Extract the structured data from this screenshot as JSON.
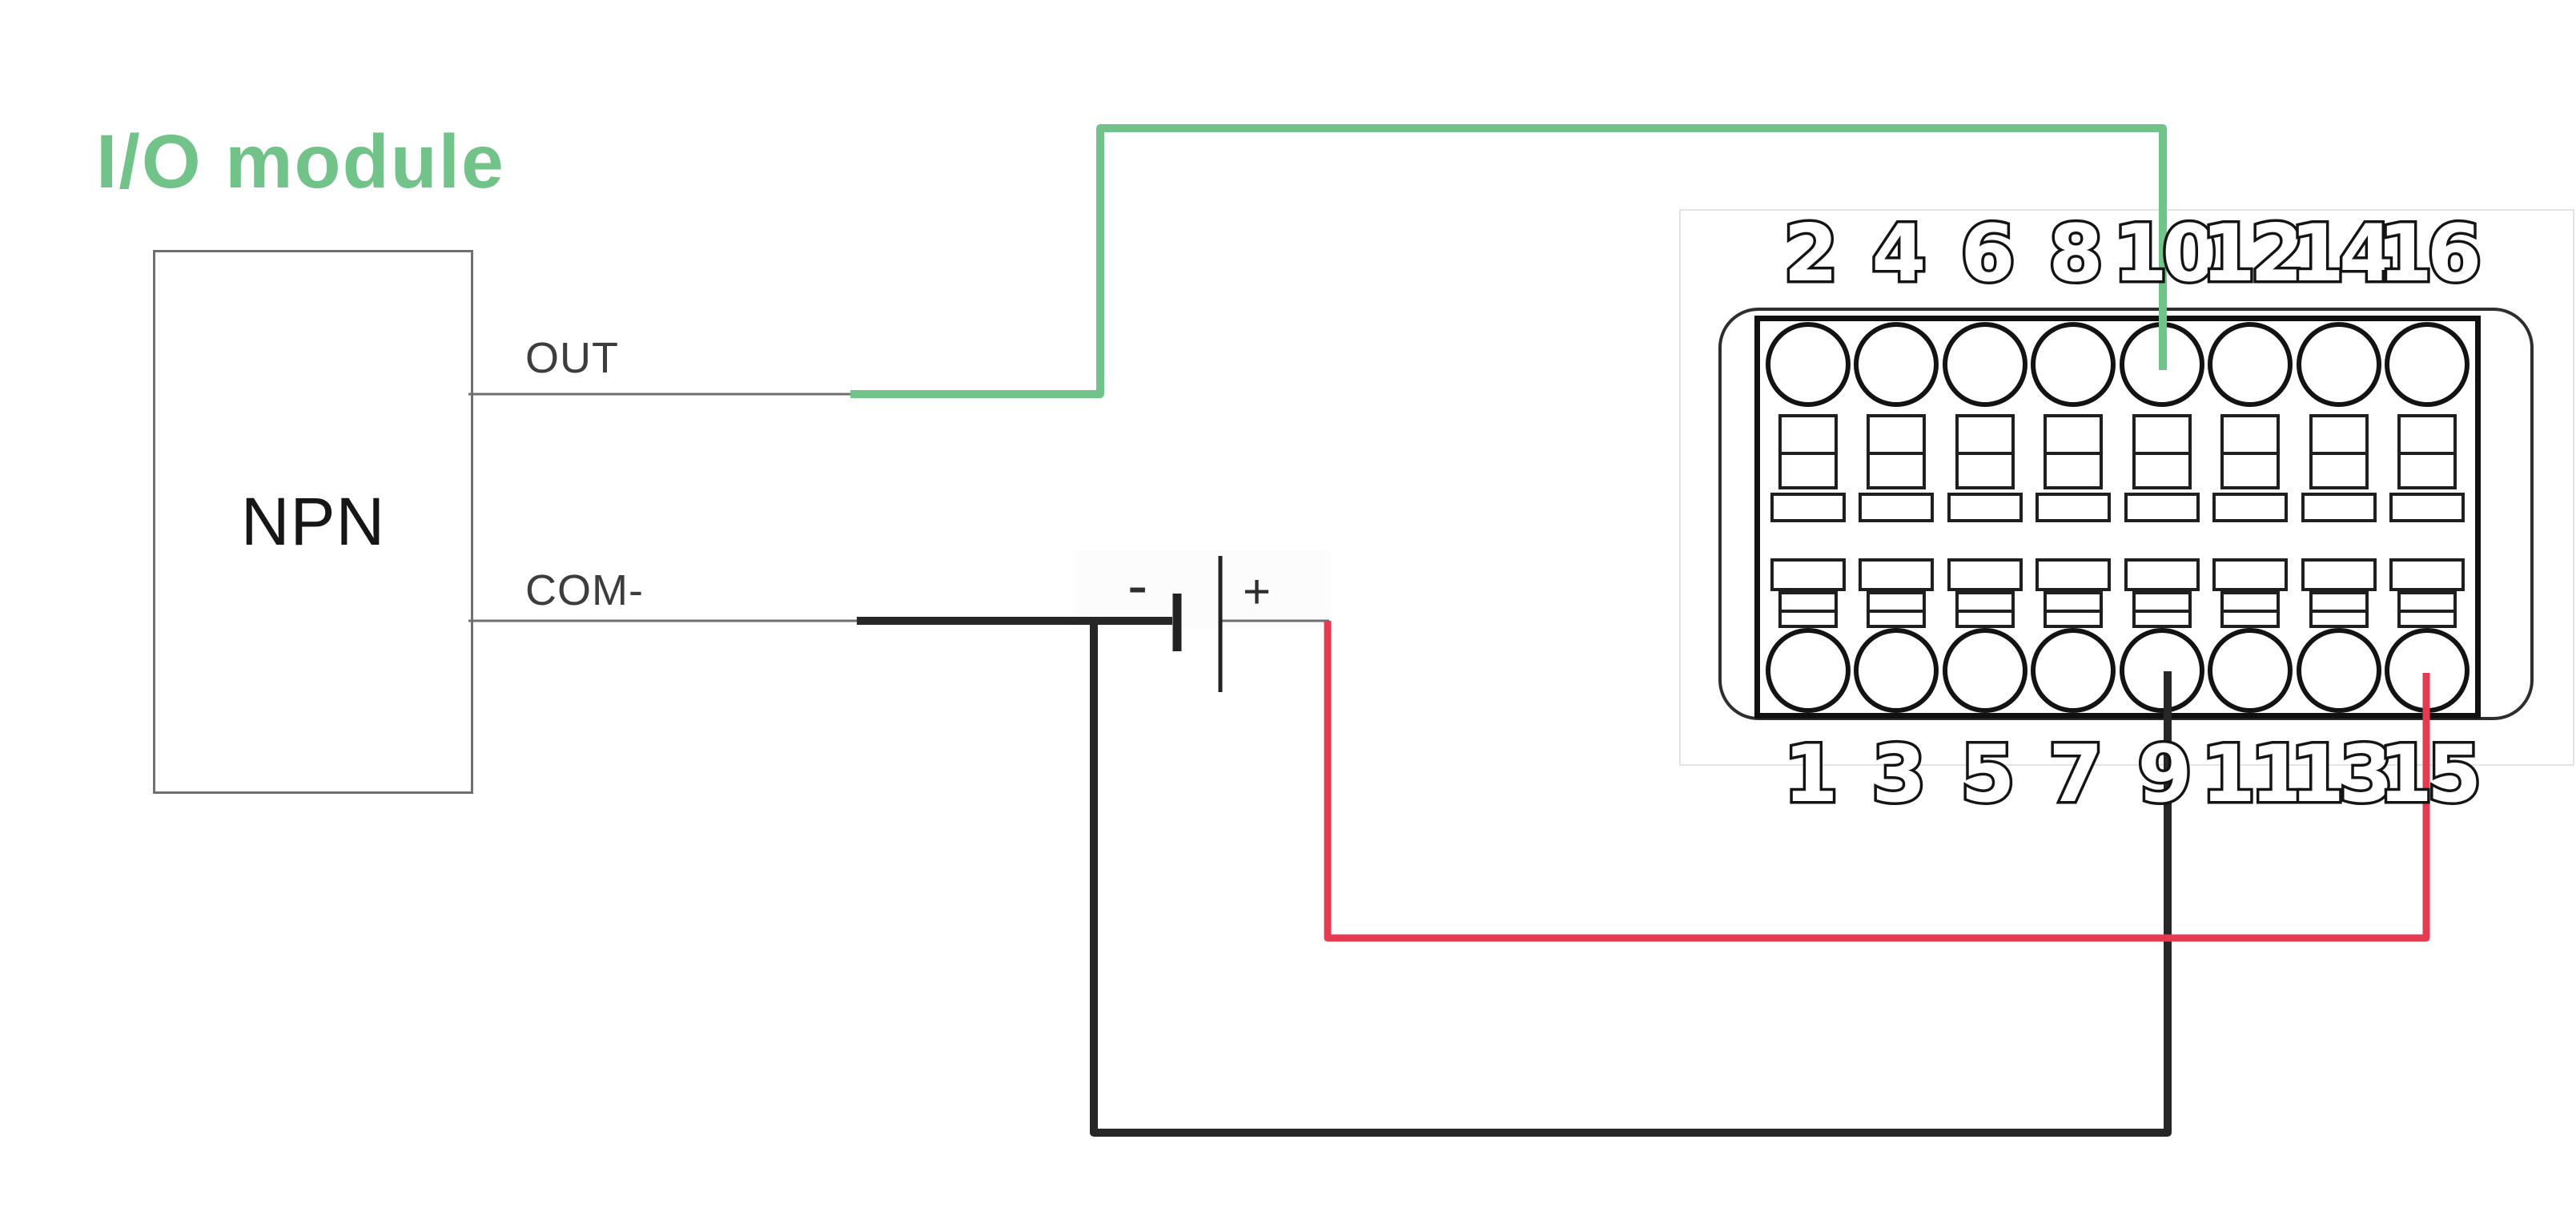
{
  "title": {
    "text": "I/O module",
    "color": "#72c389"
  },
  "io_module": {
    "label": "NPN",
    "out_port": "OUT",
    "com_port": "COM-"
  },
  "battery": {
    "minus": "-",
    "plus": "+"
  },
  "terminal_block": {
    "top_labels": [
      "2",
      "4",
      "6",
      "8",
      "10",
      "12",
      "14",
      "16"
    ],
    "bottom_labels": [
      "1",
      "3",
      "5",
      "7",
      "9",
      "11",
      "13",
      "15"
    ]
  },
  "connections": [
    {
      "wire": "green",
      "from": "OUT",
      "to": "terminal 10"
    },
    {
      "wire": "black",
      "from": "COM-",
      "to": "terminal 9"
    },
    {
      "wire": "red",
      "from": "battery +",
      "to": "terminal 15"
    }
  ],
  "colors": {
    "wire_green": "#72c389",
    "wire_black": "#272727",
    "wire_red": "#e63a52",
    "line_gray": "#6f6f6f",
    "plate_dark": "#222222"
  }
}
